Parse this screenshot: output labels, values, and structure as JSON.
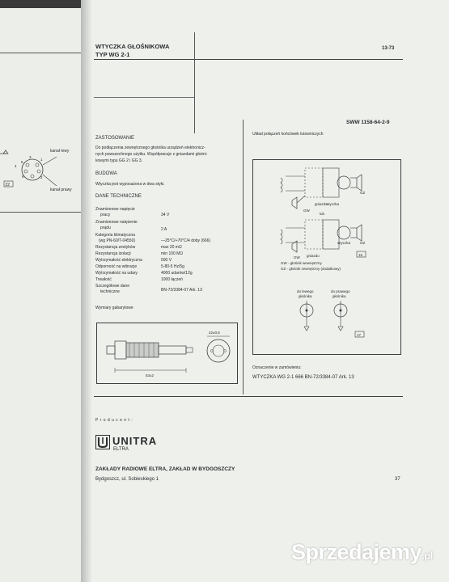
{
  "left_page": {
    "box_label": "22",
    "labels": [
      "kanał lewy",
      "kanał prawy"
    ],
    "pins": [
      "1",
      "2",
      "3",
      "4",
      "5",
      "6"
    ]
  },
  "header": {
    "title_line1": "WTYCZKA GŁOŚNIKOWA",
    "title_line2": "TYP WG 2-1",
    "page_code": "13-73",
    "standard": "SWW 1158-64-2-9"
  },
  "section_zastosowanie": {
    "heading": "ZASTOSOWANIE",
    "lines": [
      "Do podłączenia zewnętrznego głośnika urządzeń elektronicz-",
      "nych powszechnego użytku. Współpracuje z gniazdami głośni-",
      "kowymi typu GG 2 i GG 3."
    ]
  },
  "section_budowa": {
    "heading": "BUDOWA",
    "lines": [
      "Wtyczka jest wyposażona w dwa styki."
    ]
  },
  "section_dane": {
    "heading": "DANE TECHNICZNE",
    "rows": [
      {
        "label": [
          "Znamionowe napięcie",
          "pracy"
        ],
        "value": "34 V"
      },
      {
        "label": [
          "Znamionowe natężenie",
          "prądu"
        ],
        "value": "2 A"
      },
      {
        "label": [
          "Kategoria klimatyczna",
          "(wg PN-60/T-04550)"
        ],
        "value": "—25°C/+70°C/4 doby (666)"
      },
      {
        "label": [
          "Rezystancja zestyków"
        ],
        "value": "max 20 mΩ"
      },
      {
        "label": [
          "Rezystancja izolacji"
        ],
        "value": "min 100 MΩ"
      },
      {
        "label": [
          "Wytrzymałość elektryczna"
        ],
        "value": "500 V"
      },
      {
        "label": [
          "Odporność na wibracje"
        ],
        "value": "5-80-5 Hz/5g"
      },
      {
        "label": [
          "Wytrzymałość na udary"
        ],
        "value": "4000 udarów/12g"
      },
      {
        "label": [
          "Trwałość"
        ],
        "value": "1000 łączeń"
      },
      {
        "label": [
          "Szczegółowe dane",
          "techniczne"
        ],
        "value": "BN-72/3384-07 Ark. 13"
      }
    ]
  },
  "section_wymiary": {
    "heading": "Wymiary gabarytowe",
    "dims": [
      "22±0,5",
      "53±2"
    ]
  },
  "wiring": {
    "heading": "Układ połączeń końcówek lutowniczych",
    "labels": {
      "wtyczka": "wtyczka",
      "gniazdo": "gniazdo",
      "gz": "GZ",
      "gw": "GW",
      "lub": "lub",
      "fig1": "16",
      "legend1": "GW - głośnik wewnętrzny",
      "legend2": "GZ - głośnik zewnętrzny (dodatkowy)",
      "left_spk": [
        "do lewego",
        "głośnika"
      ],
      "right_spk": [
        "do prawego",
        "głośnika"
      ],
      "fig2": "17"
    }
  },
  "order": {
    "heading": "Oznaczenie w zamówieniu:",
    "value": "WTYCZKA WG 2-1 666 BN-72/3384-07 Ark. 13"
  },
  "footer": {
    "producer_label": "P r o d u c e n t :",
    "brand": "UNITRA",
    "sub_brand": "ELTRA",
    "company": "ZAKŁADY RADIOWE ELTRA, ZAKŁAD W BYDGOSZCZY",
    "address": "Bydgoszcz, ul. Sobieskiego 1",
    "page_number": "37"
  },
  "watermark": {
    "text": "Sprzedajemy",
    "suffix": ".pl"
  },
  "colors": {
    "ink": "#2a2c2e",
    "paper": "#eef0ec",
    "background": "#2a2a2a"
  }
}
